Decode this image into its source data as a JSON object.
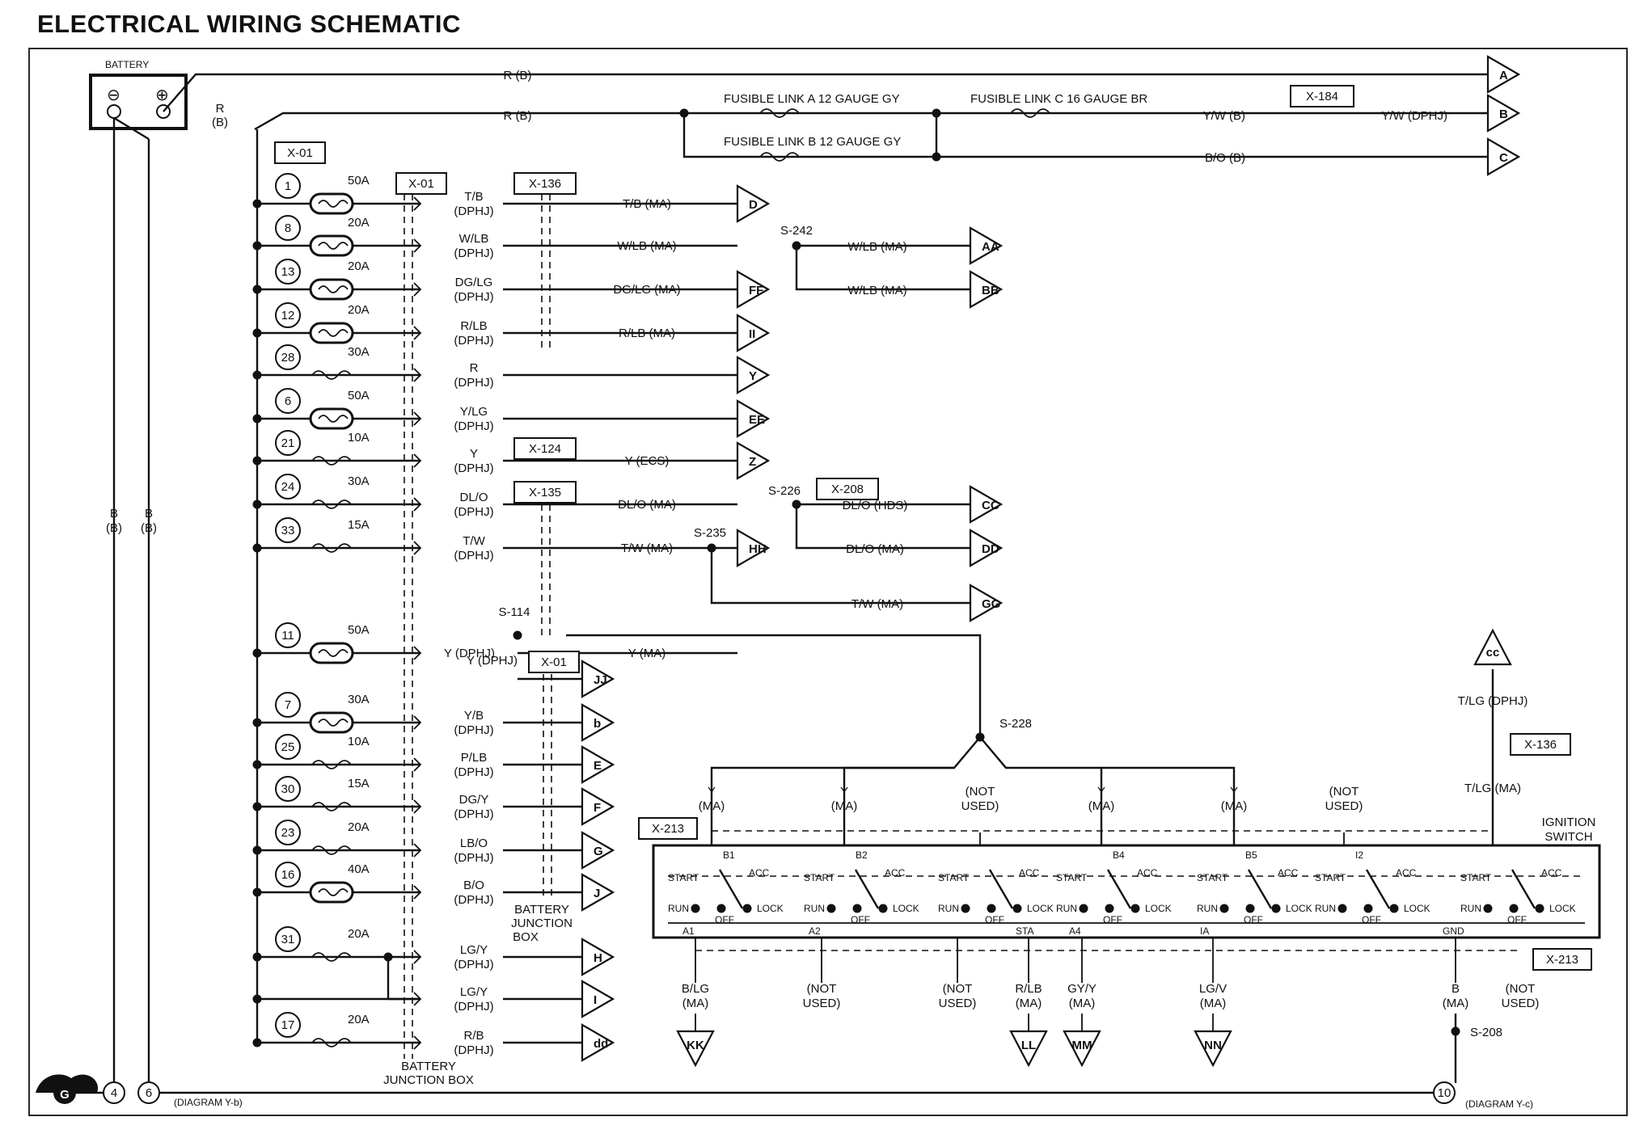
{
  "title": "ELECTRICAL WIRING SCHEMATIC",
  "battery": {
    "label": "BATTERY",
    "neg": "⊖",
    "pos": "⊕"
  },
  "battery_feeds": [
    {
      "wire": "R (B)",
      "conn": "A"
    },
    {
      "wire": "R (B)",
      "conn": ""
    }
  ],
  "batt_side_wire": "R (B)",
  "fusible": {
    "a": "FUSIBLE LINK A   12 GAUGE GY",
    "b": "FUSIBLE LINK B   12 GAUGE GY",
    "c": "FUSIBLE LINK C   16 GAUGE BR",
    "out_b": "Y/W (B)",
    "x184": "X-184",
    "out_b2": "Y/W (DPHJ)",
    "conn_b": "B",
    "out_c": "B/O (B)",
    "conn_c": "C"
  },
  "x01": "X-01",
  "x136": "X-136",
  "x124": "X-124",
  "x135": "X-135",
  "x208": "X-208",
  "x213": "X-213",
  "junction_box_label": "BATTERY JUNCTION BOX",
  "fuses": [
    {
      "num": "1",
      "amp": "50A",
      "wire": "T/B",
      "suffix": "(DPHJ)",
      "out": "T/B (MA)",
      "conn": "D"
    },
    {
      "num": "8",
      "amp": "20A",
      "wire": "W/LB",
      "suffix": "(DPHJ)",
      "out": "W/LB (MA)",
      "conn": ""
    },
    {
      "num": "13",
      "amp": "20A",
      "wire": "DG/LG",
      "suffix": "(DPHJ)",
      "out": "DG/LG (MA)",
      "conn": "FF"
    },
    {
      "num": "12",
      "amp": "20A",
      "wire": "R/LB",
      "suffix": "(DPHJ)",
      "out": "R/LB (MA)",
      "conn": "II"
    },
    {
      "num": "28",
      "amp": "30A",
      "wire": "R",
      "suffix": "(DPHJ)",
      "out": "",
      "conn": "Y"
    },
    {
      "num": "6",
      "amp": "50A",
      "wire": "Y/LG",
      "suffix": "(DPHJ)",
      "out": "",
      "conn": "EE"
    },
    {
      "num": "21",
      "amp": "10A",
      "wire": "Y",
      "suffix": "(DPHJ)",
      "out": "Y (ECS)",
      "conn": "Z"
    },
    {
      "num": "24",
      "amp": "30A",
      "wire": "DL/O",
      "suffix": "(DPHJ)",
      "out": "DL/O (MA)",
      "conn": ""
    },
    {
      "num": "33",
      "amp": "15A",
      "wire": "T/W",
      "suffix": "(DPHJ)",
      "out": "T/W (MA)",
      "conn": "HH"
    },
    {
      "num": "11",
      "amp": "50A",
      "wire": "Y (DPHJ)",
      "suffix": "",
      "out": "Y (MA)",
      "conn": ""
    },
    {
      "num": "7",
      "amp": "30A",
      "wire": "Y/B",
      "suffix": "(DPHJ)",
      "out": "",
      "conn": "b"
    },
    {
      "num": "25",
      "amp": "10A",
      "wire": "P/LB",
      "suffix": "(DPHJ)",
      "out": "",
      "conn": "E"
    },
    {
      "num": "30",
      "amp": "15A",
      "wire": "DG/Y",
      "suffix": "(DPHJ)",
      "out": "",
      "conn": "F"
    },
    {
      "num": "23",
      "amp": "20A",
      "wire": "LB/O",
      "suffix": "(DPHJ)",
      "out": "",
      "conn": "G"
    },
    {
      "num": "16",
      "amp": "40A",
      "wire": "B/O",
      "suffix": "(DPHJ)",
      "out": "",
      "conn": "J"
    },
    {
      "num": "31",
      "amp": "20A",
      "wire": "LG/Y",
      "suffix": "(DPHJ)",
      "out": "",
      "conn": "H"
    },
    {
      "num": "",
      "amp": "",
      "wire": "LG/Y",
      "suffix": "(DPHJ)",
      "out": "",
      "conn": "I"
    },
    {
      "num": "17",
      "amp": "20A",
      "wire": "R/B",
      "suffix": "(DPHJ)",
      "out": "",
      "conn": "dd"
    }
  ],
  "splices": {
    "s242": "S-242",
    "s242_out1": "W/LB (MA)",
    "s242_c1": "AA",
    "s242_out2": "W/LB (MA)",
    "s242_c2": "BB",
    "s226": "S-226",
    "s226_out1": "DL/O (HDS)",
    "s226_c1": "CC",
    "s226_out2": "DL/O (MA)",
    "s226_c2": "DD",
    "s235": "S-235",
    "s235_out": "T/W (MA)",
    "s235_c": "GG",
    "s114": "S-114",
    "s114_branch": "Y (DPHJ)",
    "s114_conn": "JJ",
    "s228": "S-228",
    "s208": "S-208"
  },
  "ground": {
    "symbol": "G",
    "n4": "4",
    "n6": "6",
    "n10": "10",
    "diag_b": "(DIAGRAM Y-b)",
    "diag_c": "(DIAGRAM Y-c)",
    "wire": "B",
    "suffix": "(B)"
  },
  "ignition": {
    "title": "IGNITION SWITCH",
    "inputs": [
      {
        "wire": "Y",
        "suffix": "(MA)"
      },
      {
        "wire": "Y",
        "suffix": "(MA)"
      },
      {
        "wire": "(NOT",
        "suffix": "USED)"
      },
      {
        "wire": "Y",
        "suffix": "(MA)"
      },
      {
        "wire": "Y",
        "suffix": "(MA)"
      },
      {
        "wire": "(NOT",
        "suffix": "USED)"
      },
      {
        "wire": "T/LG (MA)",
        "suffix": ""
      }
    ],
    "top_terms": [
      "B1",
      "B2",
      "",
      "B4",
      "B5",
      "I2",
      ""
    ],
    "bottom_terms": [
      "A1",
      "A2",
      "",
      "STA",
      "A4",
      "IA",
      "GND"
    ],
    "pos": {
      "start": "START",
      "acc": "ACC",
      "run": "RUN",
      "off": "OFF",
      "lock": "LOCK"
    },
    "outputs": [
      {
        "wire": "B/LG",
        "suffix": "(MA)",
        "conn": "KK"
      },
      {
        "wire": "(NOT",
        "suffix": "USED)",
        "conn": ""
      },
      {
        "wire": "(NOT",
        "suffix": "USED)",
        "conn": ""
      },
      {
        "wire": "R/LB",
        "suffix": "(MA)",
        "conn": "LL"
      },
      {
        "wire": "GY/Y",
        "suffix": "(MA)",
        "conn": "MM"
      },
      {
        "wire": "LG/V",
        "suffix": "(MA)",
        "conn": "NN"
      },
      {
        "wire": "B",
        "suffix": "(MA)",
        "conn": ""
      },
      {
        "wire": "(NOT",
        "suffix": "USED)",
        "conn": ""
      }
    ],
    "cc_conn": "cc",
    "cc_wire": "T/LG (DPHJ)"
  }
}
